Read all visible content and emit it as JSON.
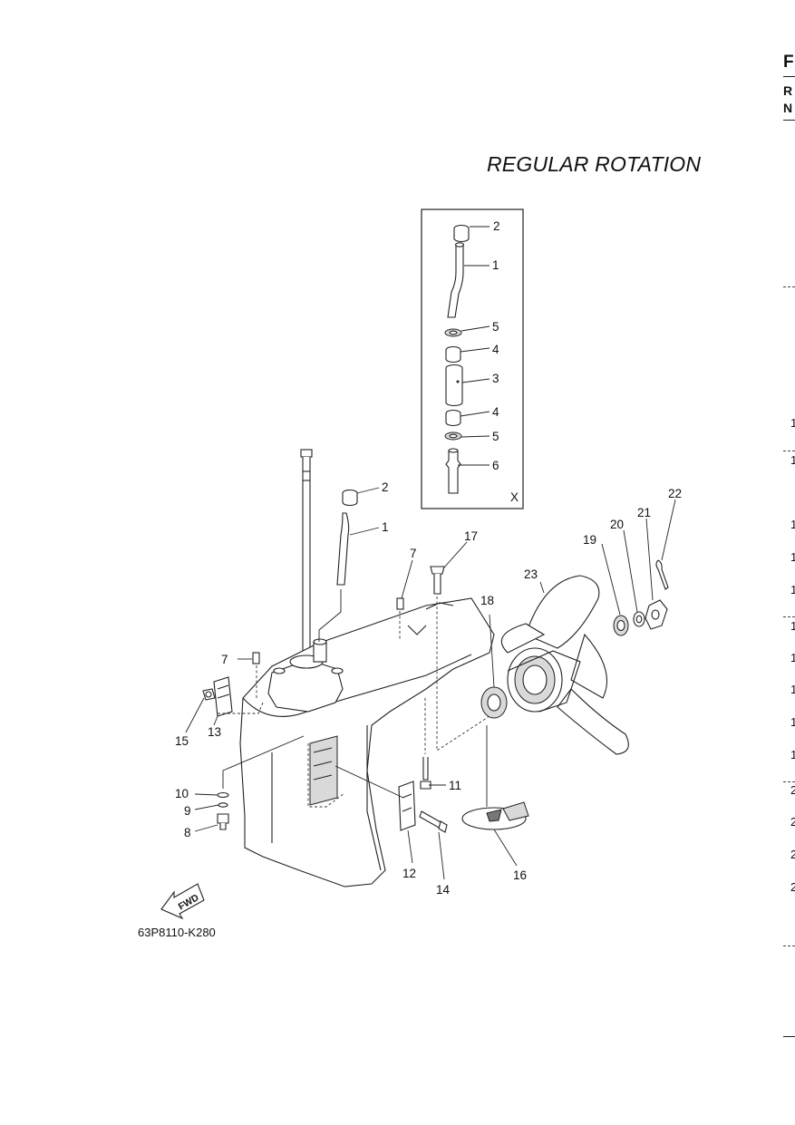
{
  "page": {
    "title": "REGULAR ROTATION",
    "drawing_code": "63P8110-K280",
    "fwd_label": "FWD",
    "inset_label": "X"
  },
  "edge_cut_text": {
    "header_letters": [
      "F",
      "R",
      "N"
    ],
    "ref_numbers": [
      "1",
      "1",
      "1",
      "1",
      "1",
      "1",
      "1",
      "1",
      "1",
      "1",
      "2",
      "2",
      "2",
      "2"
    ]
  },
  "callouts": [
    "2",
    "1",
    "5",
    "4",
    "3",
    "4",
    "5",
    "6",
    "22",
    "21",
    "20",
    "19",
    "2",
    "1",
    "17",
    "7",
    "23",
    "18",
    "7",
    "15",
    "13",
    "11",
    "10",
    "9",
    "8",
    "12",
    "14",
    "16"
  ]
}
